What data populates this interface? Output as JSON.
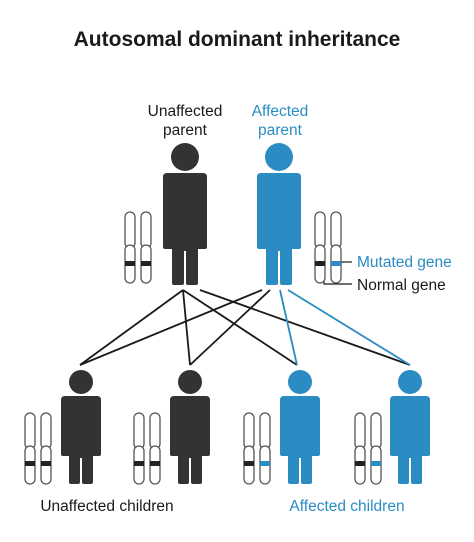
{
  "title": "Autosomal dominant inheritance",
  "parents": {
    "unaffected": {
      "line1": "Unaffected",
      "line2": "parent"
    },
    "affected": {
      "line1": "Affected",
      "line2": "parent"
    }
  },
  "legend": {
    "mutated": "Mutated gene",
    "normal": "Normal gene"
  },
  "children": {
    "unaffected_label": "Unaffected children",
    "affected_label": "Affected children"
  },
  "colors": {
    "dark": "#333333",
    "affected": "#2b8cc4",
    "text": "#1a1a1a"
  },
  "icons": [
    "person-icon",
    "chromosome-pair-icon"
  ]
}
